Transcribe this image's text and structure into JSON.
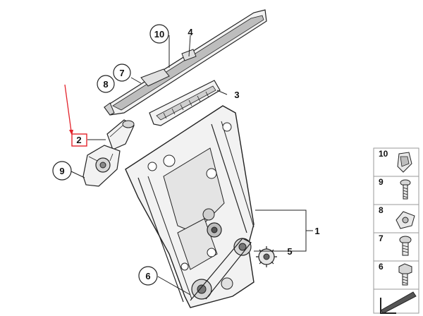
{
  "colors": {
    "line": "#222222",
    "part_fill": "#f2f2f2",
    "part_shade": "#bdbdbd",
    "highlight": "#e3232b",
    "panel_border": "#9a9a9a"
  },
  "callouts": {
    "c10": "10",
    "c4": "4",
    "c7": "7",
    "c8": "8",
    "c3": "3",
    "c2": "2",
    "c9": "9",
    "c1": "1",
    "c5": "5",
    "c6": "6"
  },
  "side_panel": {
    "items": [
      "10",
      "9",
      "8",
      "7",
      "6"
    ],
    "last_icon": "arrow-icon"
  },
  "highlighted_part": "2"
}
